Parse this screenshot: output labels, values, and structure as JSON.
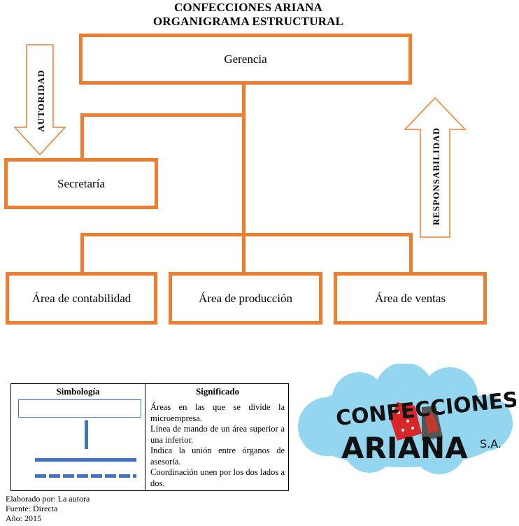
{
  "header": {
    "title": "CONFECCIONES ARIANA",
    "subtitle": "ORGANIGRAMA ESTRUCTURAL"
  },
  "org": {
    "gerencia": "Gerencia",
    "secretaria": "Secretaría",
    "contabilidad": "Área de contabilidad",
    "produccion": "Área de producción",
    "ventas": "Área de ventas"
  },
  "arrows": {
    "autoridad": "AUTORIDAD",
    "responsabilidad": "RESPONSABILIDAD"
  },
  "legend": {
    "col_symbol": "Simbología",
    "col_meaning": "Significado",
    "rows": [
      "Áreas en las que se divide la microempresa.",
      "Línea de mando de un área superior a una inferior.",
      "Indica la unión entre órganos de asesoría.",
      "Coordinación unen por los dos lados a dos."
    ]
  },
  "logo": {
    "line1": "CONFECCIONES",
    "line2": "ARIANA",
    "suffix": "S.A."
  },
  "footer": {
    "author": "Elaborado por: La autora",
    "source": "Fuente: Directa",
    "year": "Año: 2015"
  },
  "colors": {
    "accent": "#ED7D31",
    "legend_blue": "#4472C4",
    "logo_cloud": "#8FD3F0"
  }
}
